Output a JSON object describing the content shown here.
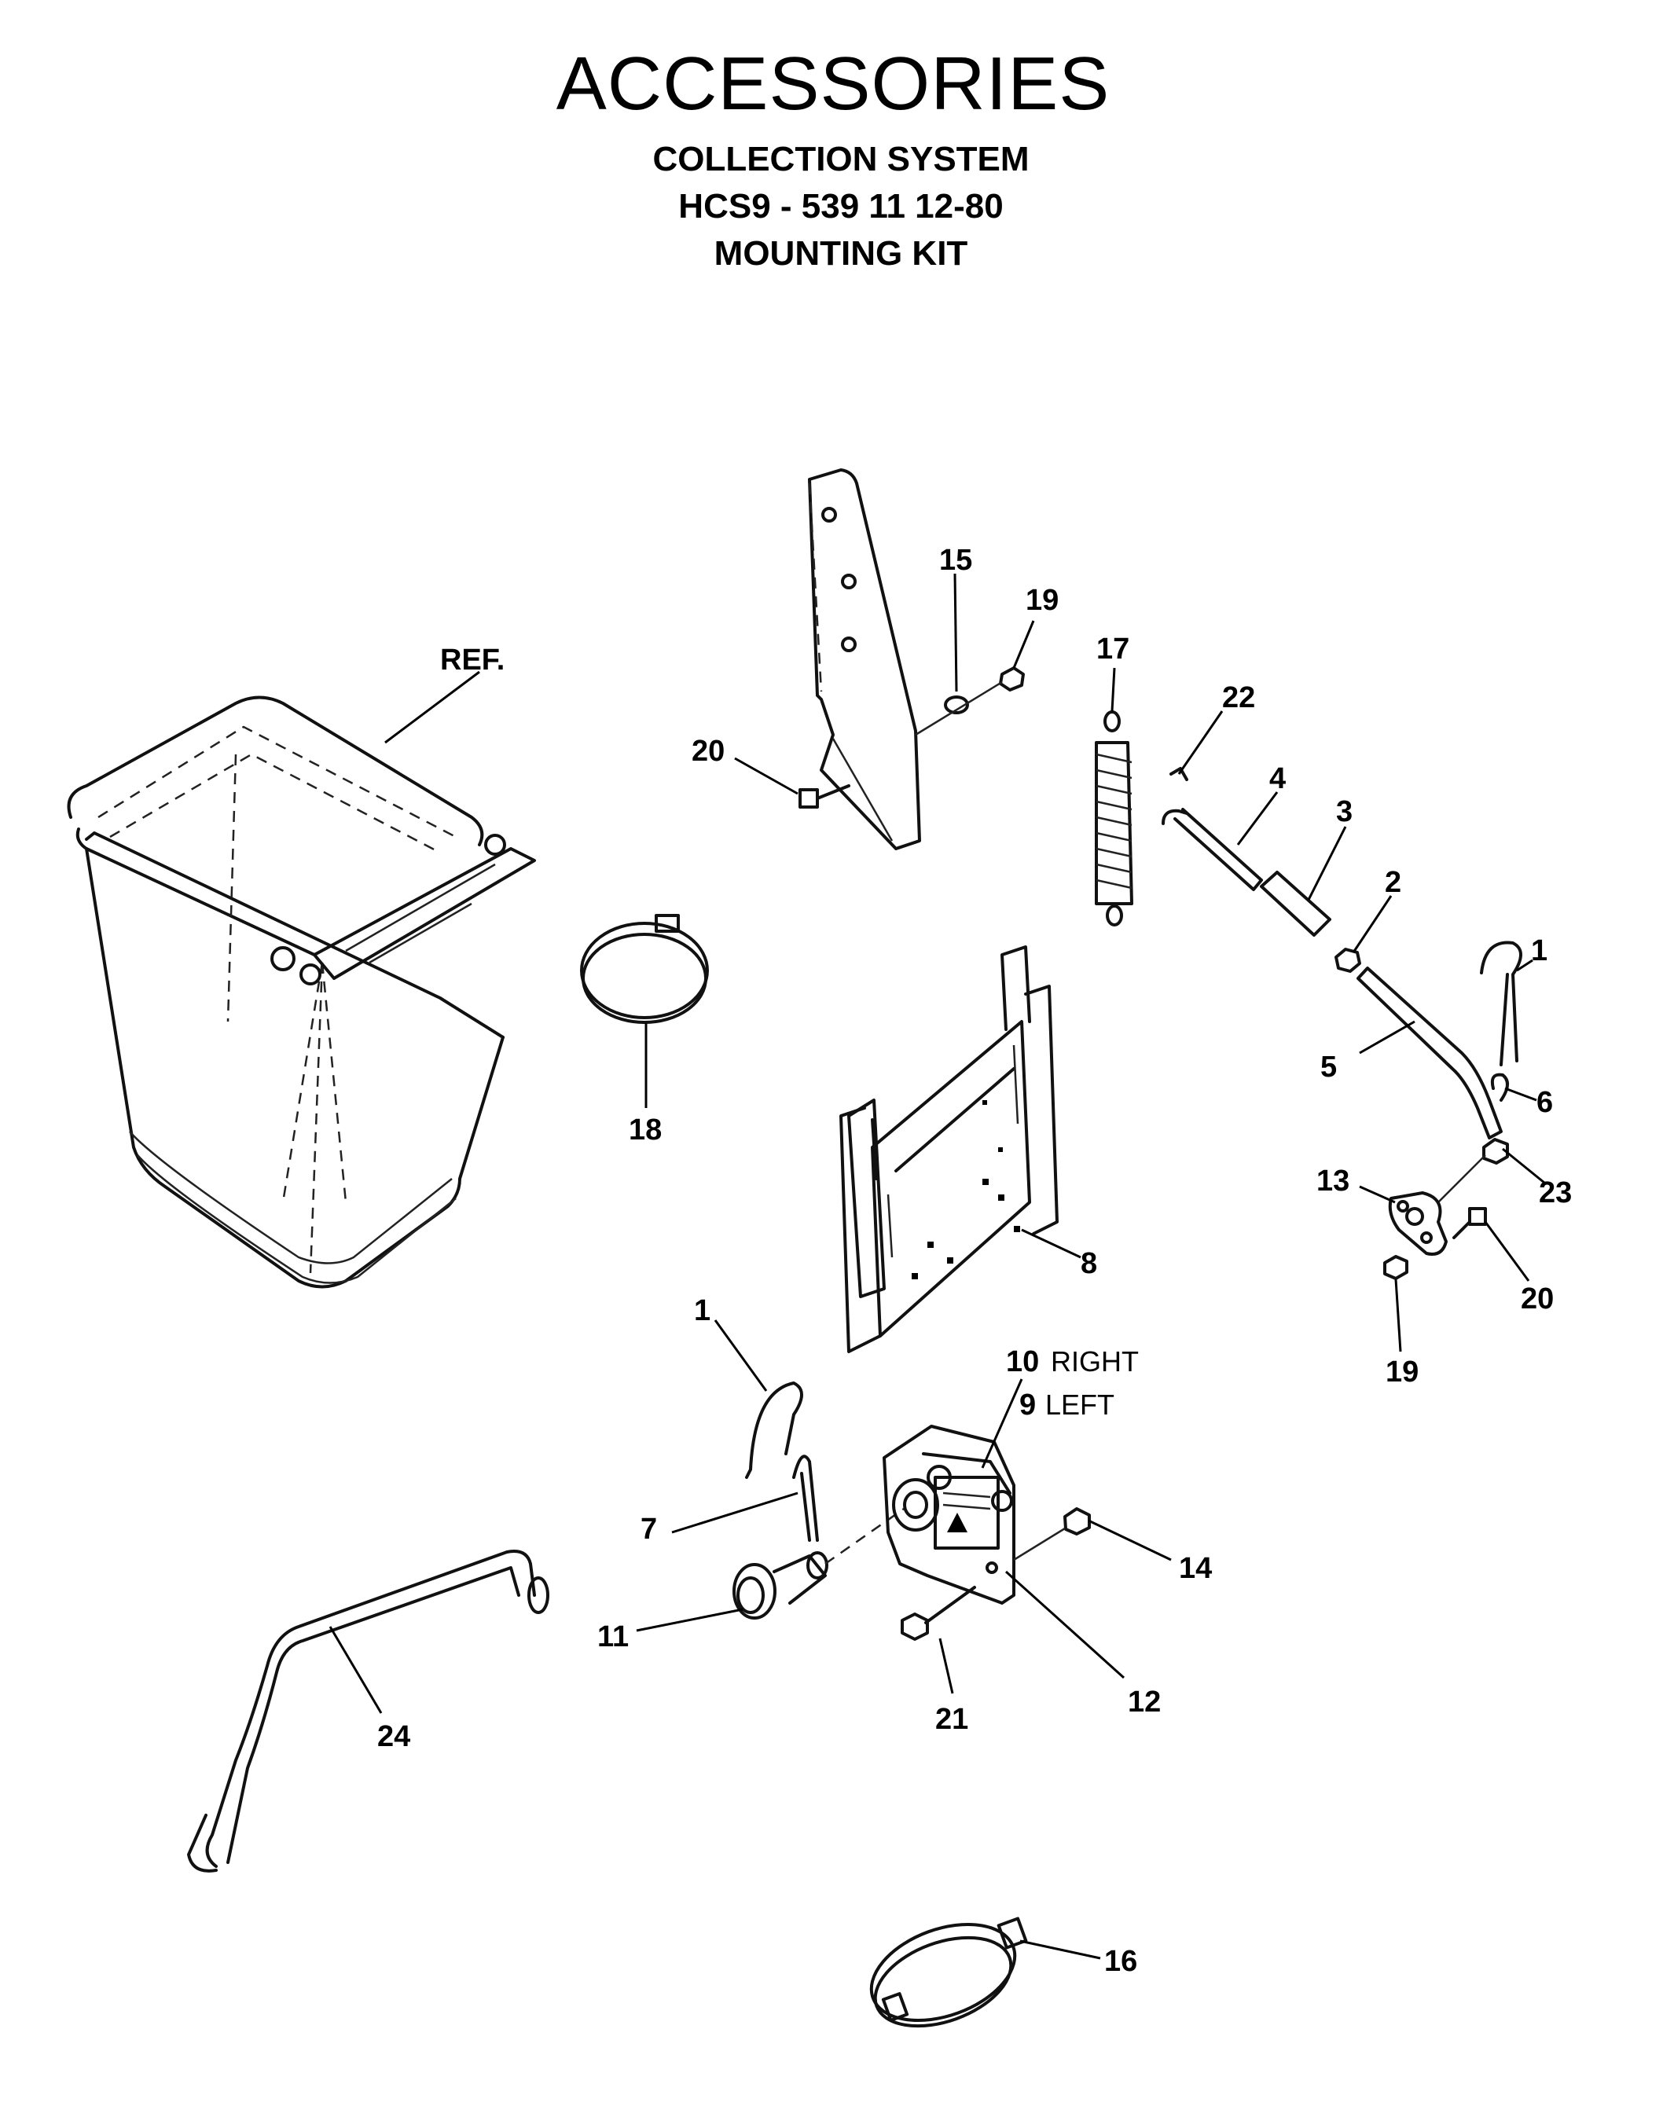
{
  "header": {
    "title": "ACCESSORIES",
    "line1": "COLLECTION SYSTEM",
    "line2": "HCS9 - 539 11 12-80",
    "line3": "MOUNTING KIT"
  },
  "callouts": {
    "ref": "REF.",
    "c1a": "1",
    "c1b": "1",
    "c2": "2",
    "c3": "3",
    "c4": "4",
    "c5": "5",
    "c6": "6",
    "c7": "7",
    "c8": "8",
    "c9": "9",
    "c9_side": "LEFT",
    "c10": "10",
    "c10_side": "RIGHT",
    "c11": "11",
    "c12": "12",
    "c13": "13",
    "c14": "14",
    "c15": "15",
    "c16": "16",
    "c17": "17",
    "c18": "18",
    "c19a": "19",
    "c19b": "19",
    "c20a": "20",
    "c20b": "20",
    "c21": "21",
    "c22": "22",
    "c23": "23",
    "c24": "24"
  }
}
